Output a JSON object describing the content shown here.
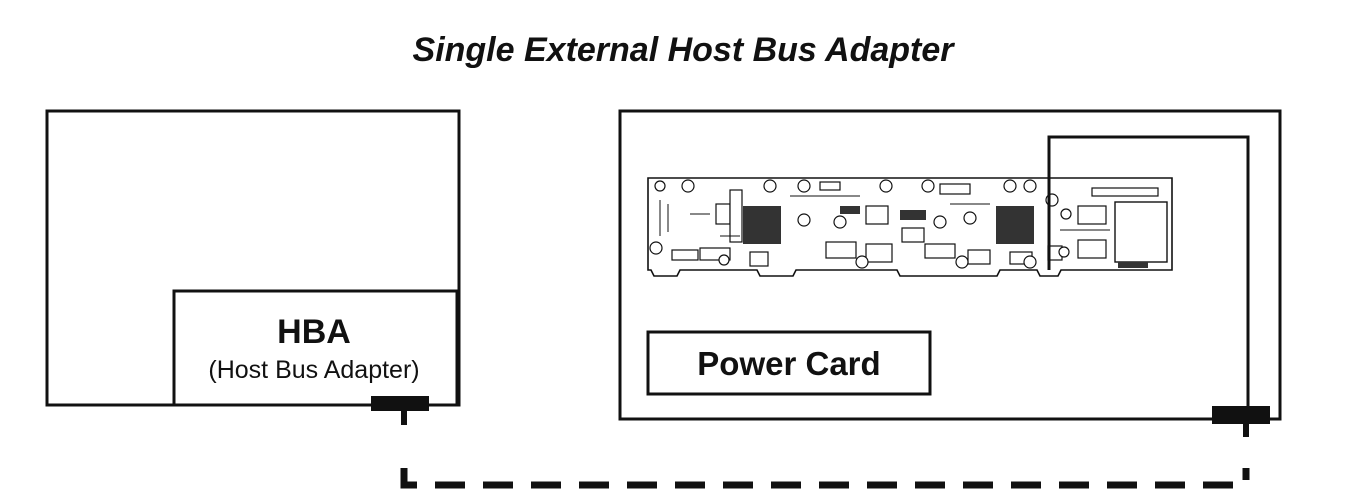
{
  "title": "Single External Host Bus Adapter",
  "host": {
    "hba_label": "HBA",
    "hba_sublabel": "(Host Bus Adapter)"
  },
  "enclosure": {
    "power_card_label": "Power Card"
  },
  "cable": {
    "style": "dashed",
    "color": "#111111"
  },
  "colors": {
    "line": "#111111",
    "background": "#ffffff"
  }
}
